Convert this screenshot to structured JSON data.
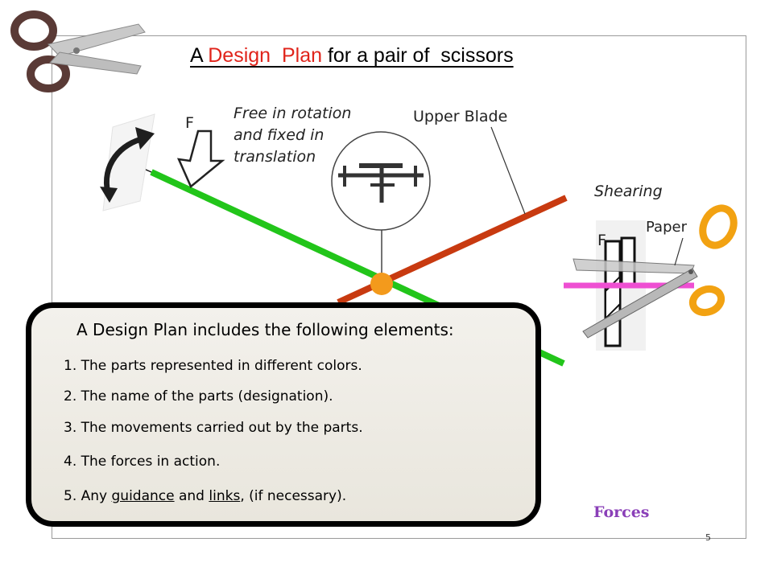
{
  "title": {
    "before": "A ",
    "highlight": "Design  Plan ",
    "after": "for a pair of  scissors"
  },
  "labels": {
    "force_left": "F",
    "free_rotation": [
      "Free in rotation",
      "and fixed in",
      "translation"
    ],
    "upper_blade": "Upper Blade",
    "shearing": "Shearing",
    "paper": "Paper",
    "force_right": "F"
  },
  "panel": {
    "heading": "A Design Plan includes the following elements:",
    "items": [
      "1. The parts represented in different colors.",
      "2. The name of the parts (designation).",
      "3. The movements carried out by the parts.",
      "4. The forces in action."
    ],
    "item5": {
      "prefix": "5. Any ",
      "guidance": "guidance",
      "mid": " and ",
      "links": "links",
      "suffix": ", (if necessary)."
    }
  },
  "legend": {
    "forces": "Forces"
  },
  "page_number": "5",
  "colors": {
    "lower_blade": "#22c51a",
    "upper_blade": "#c83a10",
    "pivot": "#f39a1c",
    "paper": "#ee4fd2",
    "title_highlight": "#e0241b",
    "forces_label": "#8a3fb8"
  },
  "icons": [
    "scissors-icon",
    "rotation-arrow-icon",
    "force-arrow-icon",
    "pivot-joint-icon",
    "scissors-cutting-icon"
  ]
}
